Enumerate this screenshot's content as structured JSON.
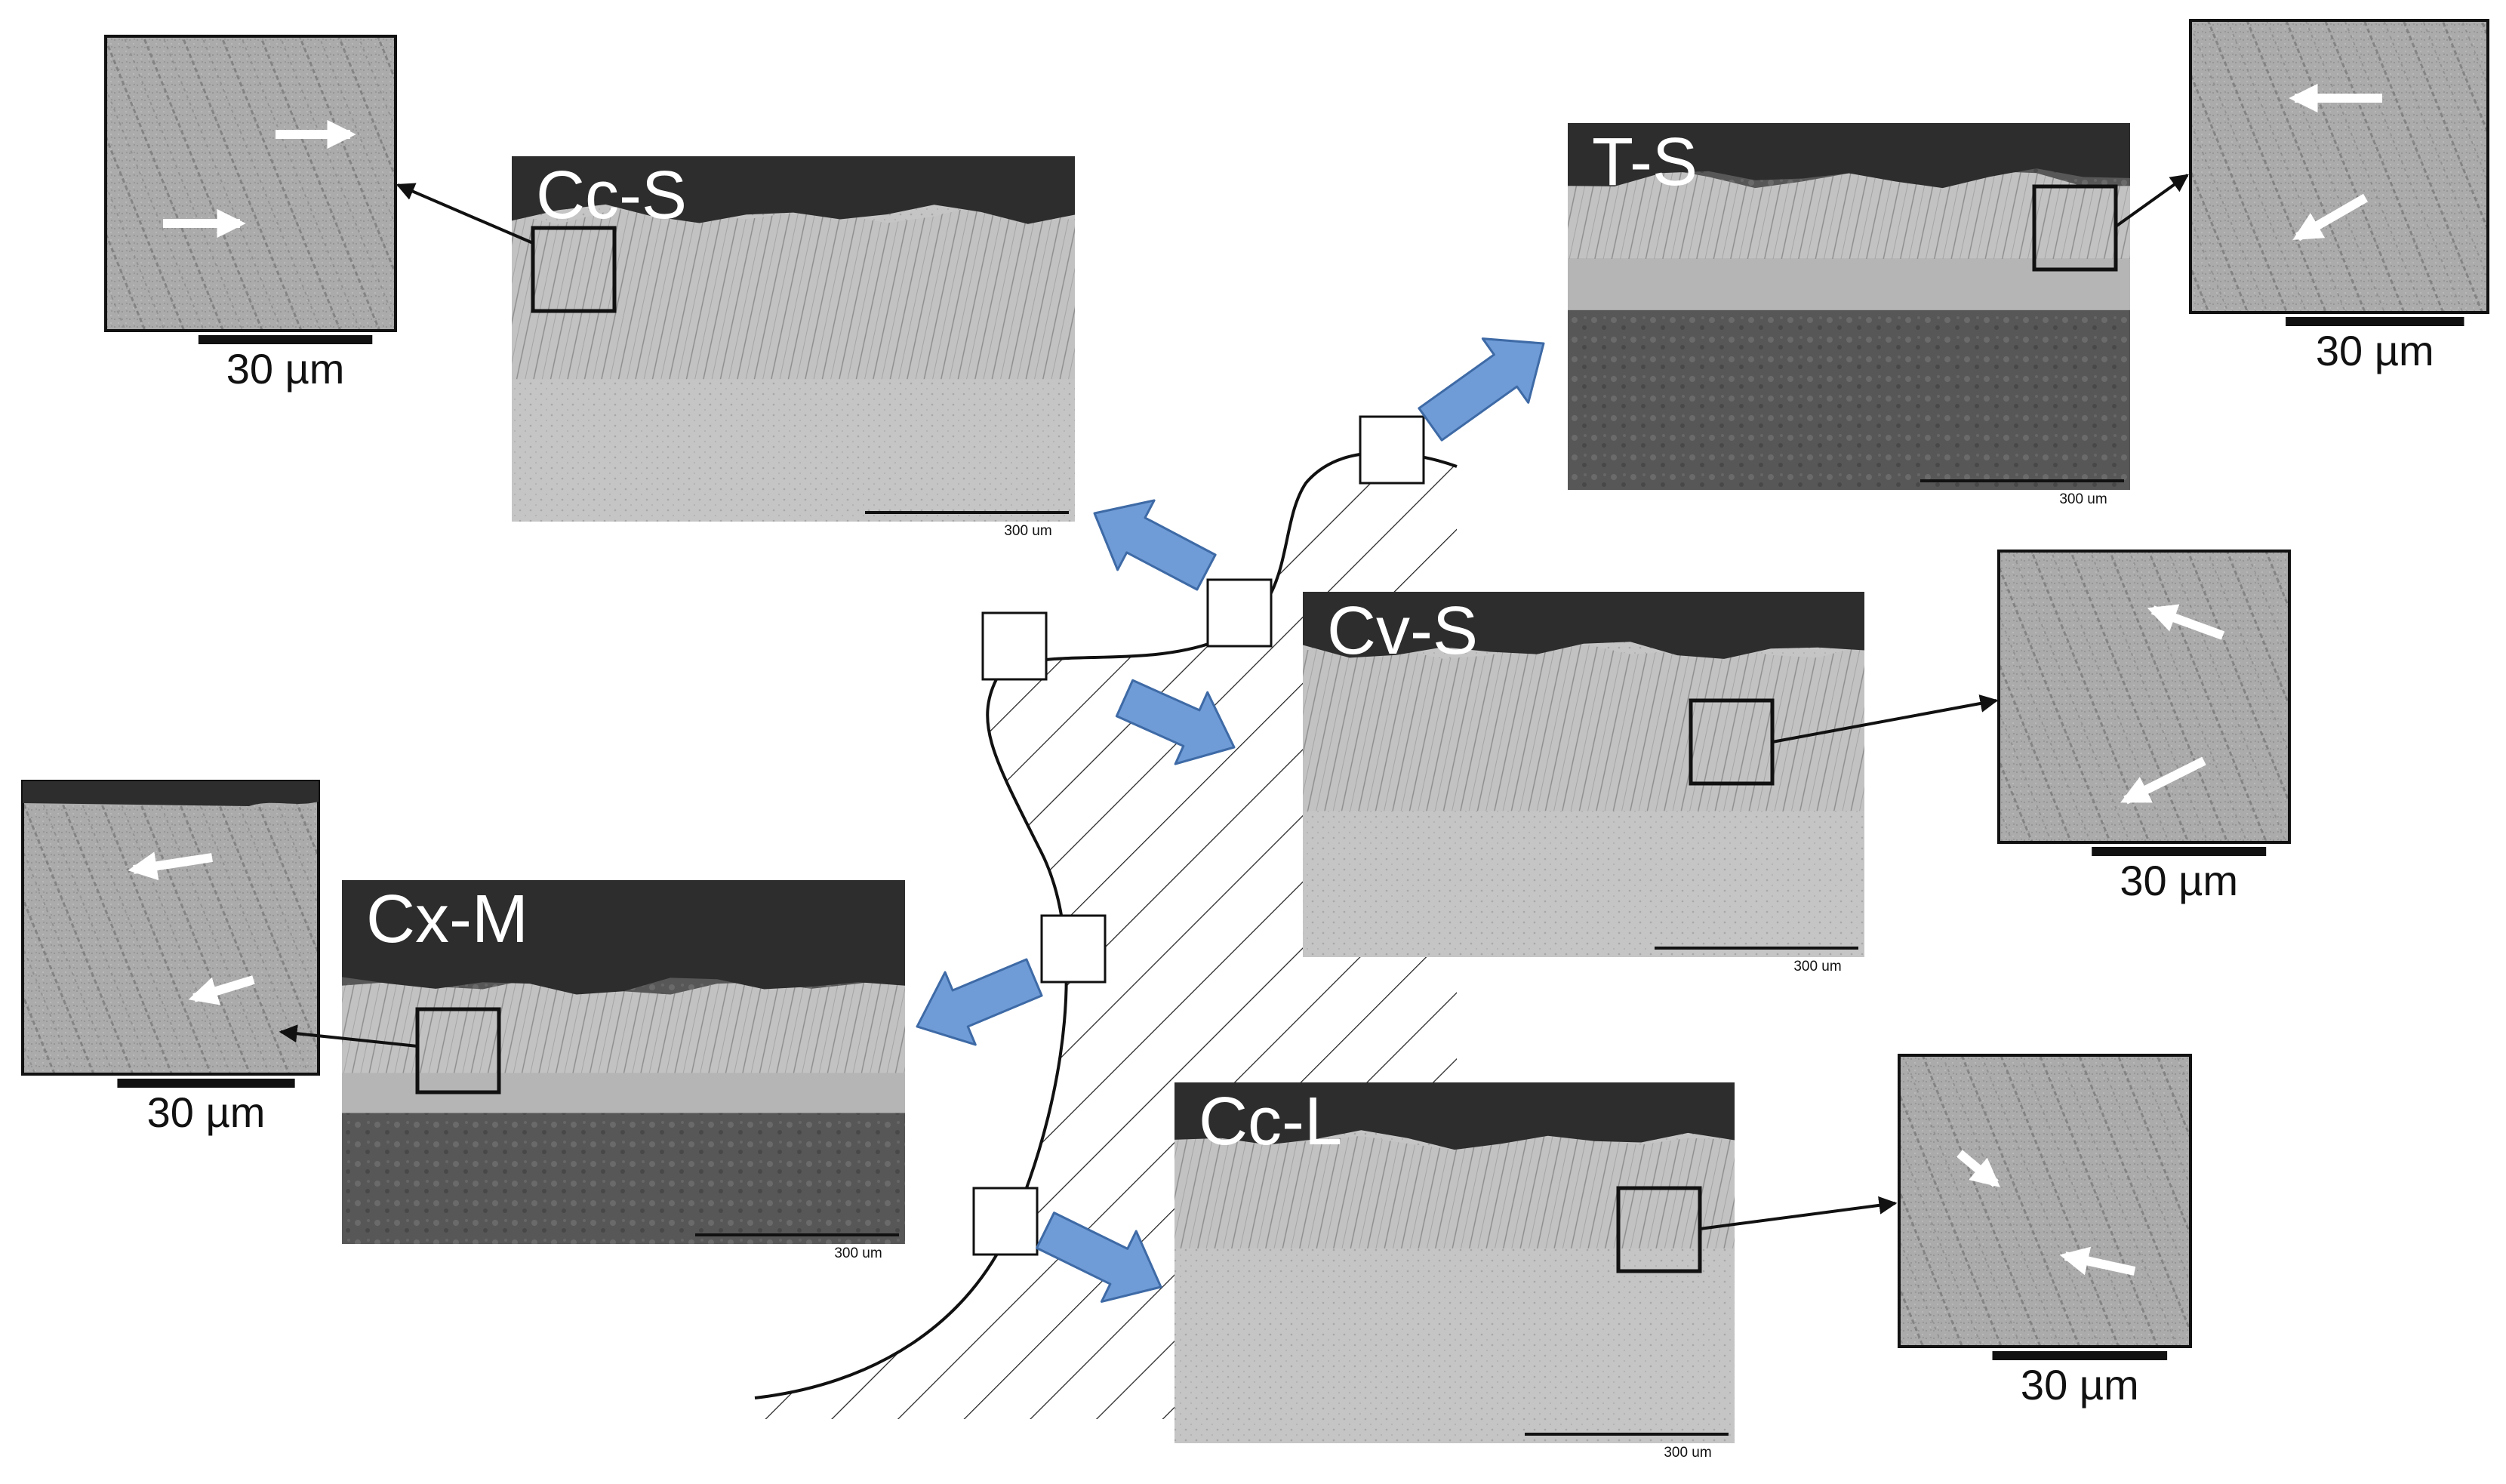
{
  "colors": {
    "background": "#ffffff",
    "coating_dark": "#2d2d2d",
    "coating_layer": "#c2c2c2",
    "bond_coat": "#b5b5b5",
    "substrate_light": "#c5c5c5",
    "substrate_dark": "#555555",
    "zoom_box": "#a9a9a9",
    "arrow_fill": "#6f9bd6",
    "arrow_stroke": "#3e6aa6",
    "line": "#111111"
  },
  "panels": [
    {
      "id": "cc-s",
      "label": "Cc-S",
      "scale_bar": "300 um",
      "substrate": "light"
    },
    {
      "id": "t-s",
      "label": "T-S",
      "scale_bar": "300 um",
      "substrate": "dark"
    },
    {
      "id": "cv-s",
      "label": "Cv-S",
      "scale_bar": "300 um",
      "substrate": "light"
    },
    {
      "id": "cx-m",
      "label": "Cx-M",
      "scale_bar": "300 um",
      "substrate": "dark"
    },
    {
      "id": "cc-l",
      "label": "Cc-L",
      "scale_bar": "300 um",
      "substrate": "light"
    }
  ],
  "zooms": [
    {
      "id": "cc-s",
      "scale_bar": "30 µm",
      "marker_icon": "white-arrow-icon"
    },
    {
      "id": "t-s",
      "scale_bar": "30 µm",
      "marker_icon": "white-arrow-icon"
    },
    {
      "id": "cv-s",
      "scale_bar": "30 µm",
      "marker_icon": "white-arrow-icon"
    },
    {
      "id": "cx-m",
      "scale_bar": "30 µm",
      "marker_icon": "white-arrow-icon"
    },
    {
      "id": "cc-l",
      "scale_bar": "30 µm",
      "marker_icon": "white-arrow-icon"
    }
  ],
  "direction_icon": "blue-block-arrow-icon"
}
